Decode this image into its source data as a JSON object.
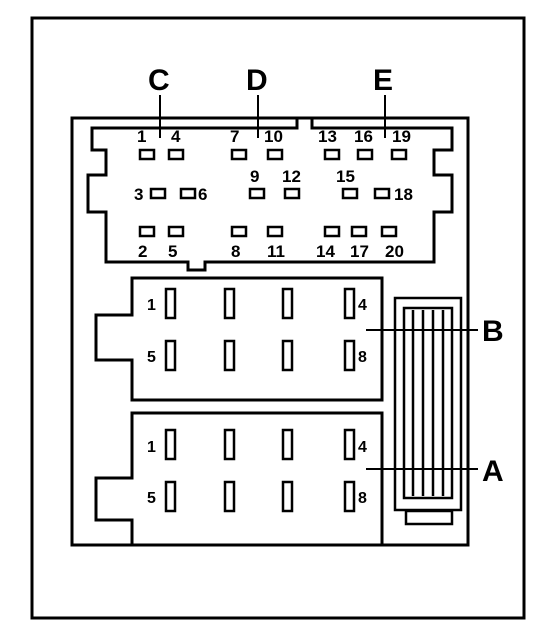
{
  "diagram": {
    "connector_labels": {
      "c": "C",
      "d": "D",
      "e": "E",
      "b": "B",
      "a": "A"
    },
    "top_connector_pins": [
      "1",
      "2",
      "3",
      "4",
      "5",
      "6",
      "7",
      "8",
      "9",
      "10",
      "11",
      "12",
      "13",
      "14",
      "15",
      "16",
      "17",
      "18",
      "19",
      "20"
    ],
    "connector_b_pins": [
      "1",
      "4",
      "5",
      "8"
    ],
    "connector_a_pins": [
      "1",
      "4",
      "5",
      "8"
    ],
    "colors": {
      "ink": "#000000",
      "paper": "#ffffff"
    }
  }
}
